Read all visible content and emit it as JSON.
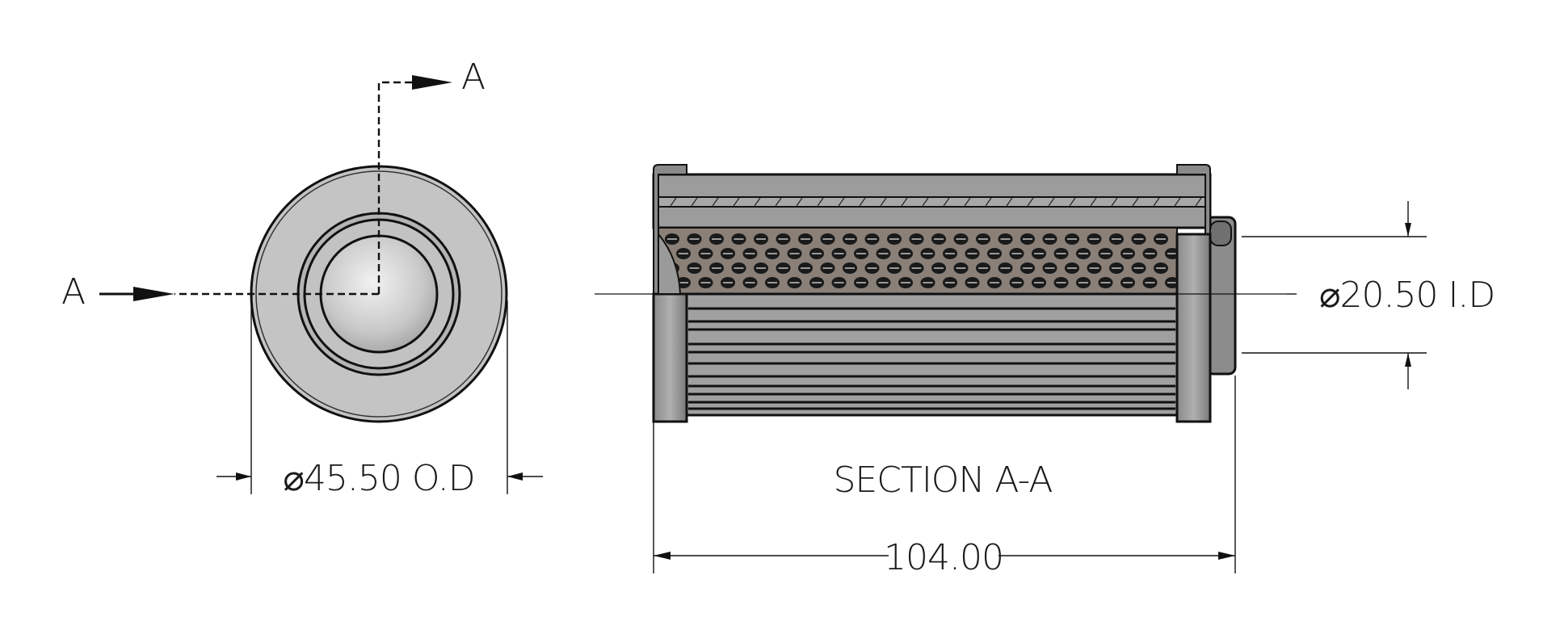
{
  "drawing": {
    "section_label_left": "A",
    "section_label_top": "A",
    "od_dimension": "⌀45.50 O.D",
    "id_dimension": "⌀20.50 I.D",
    "section_title": "SECTION A-A",
    "length_dimension": "104.00"
  },
  "colors": {
    "body": "#9a9a9a",
    "face": "#c8c8c8",
    "mesh": "#8a8078",
    "line": "#111111"
  }
}
